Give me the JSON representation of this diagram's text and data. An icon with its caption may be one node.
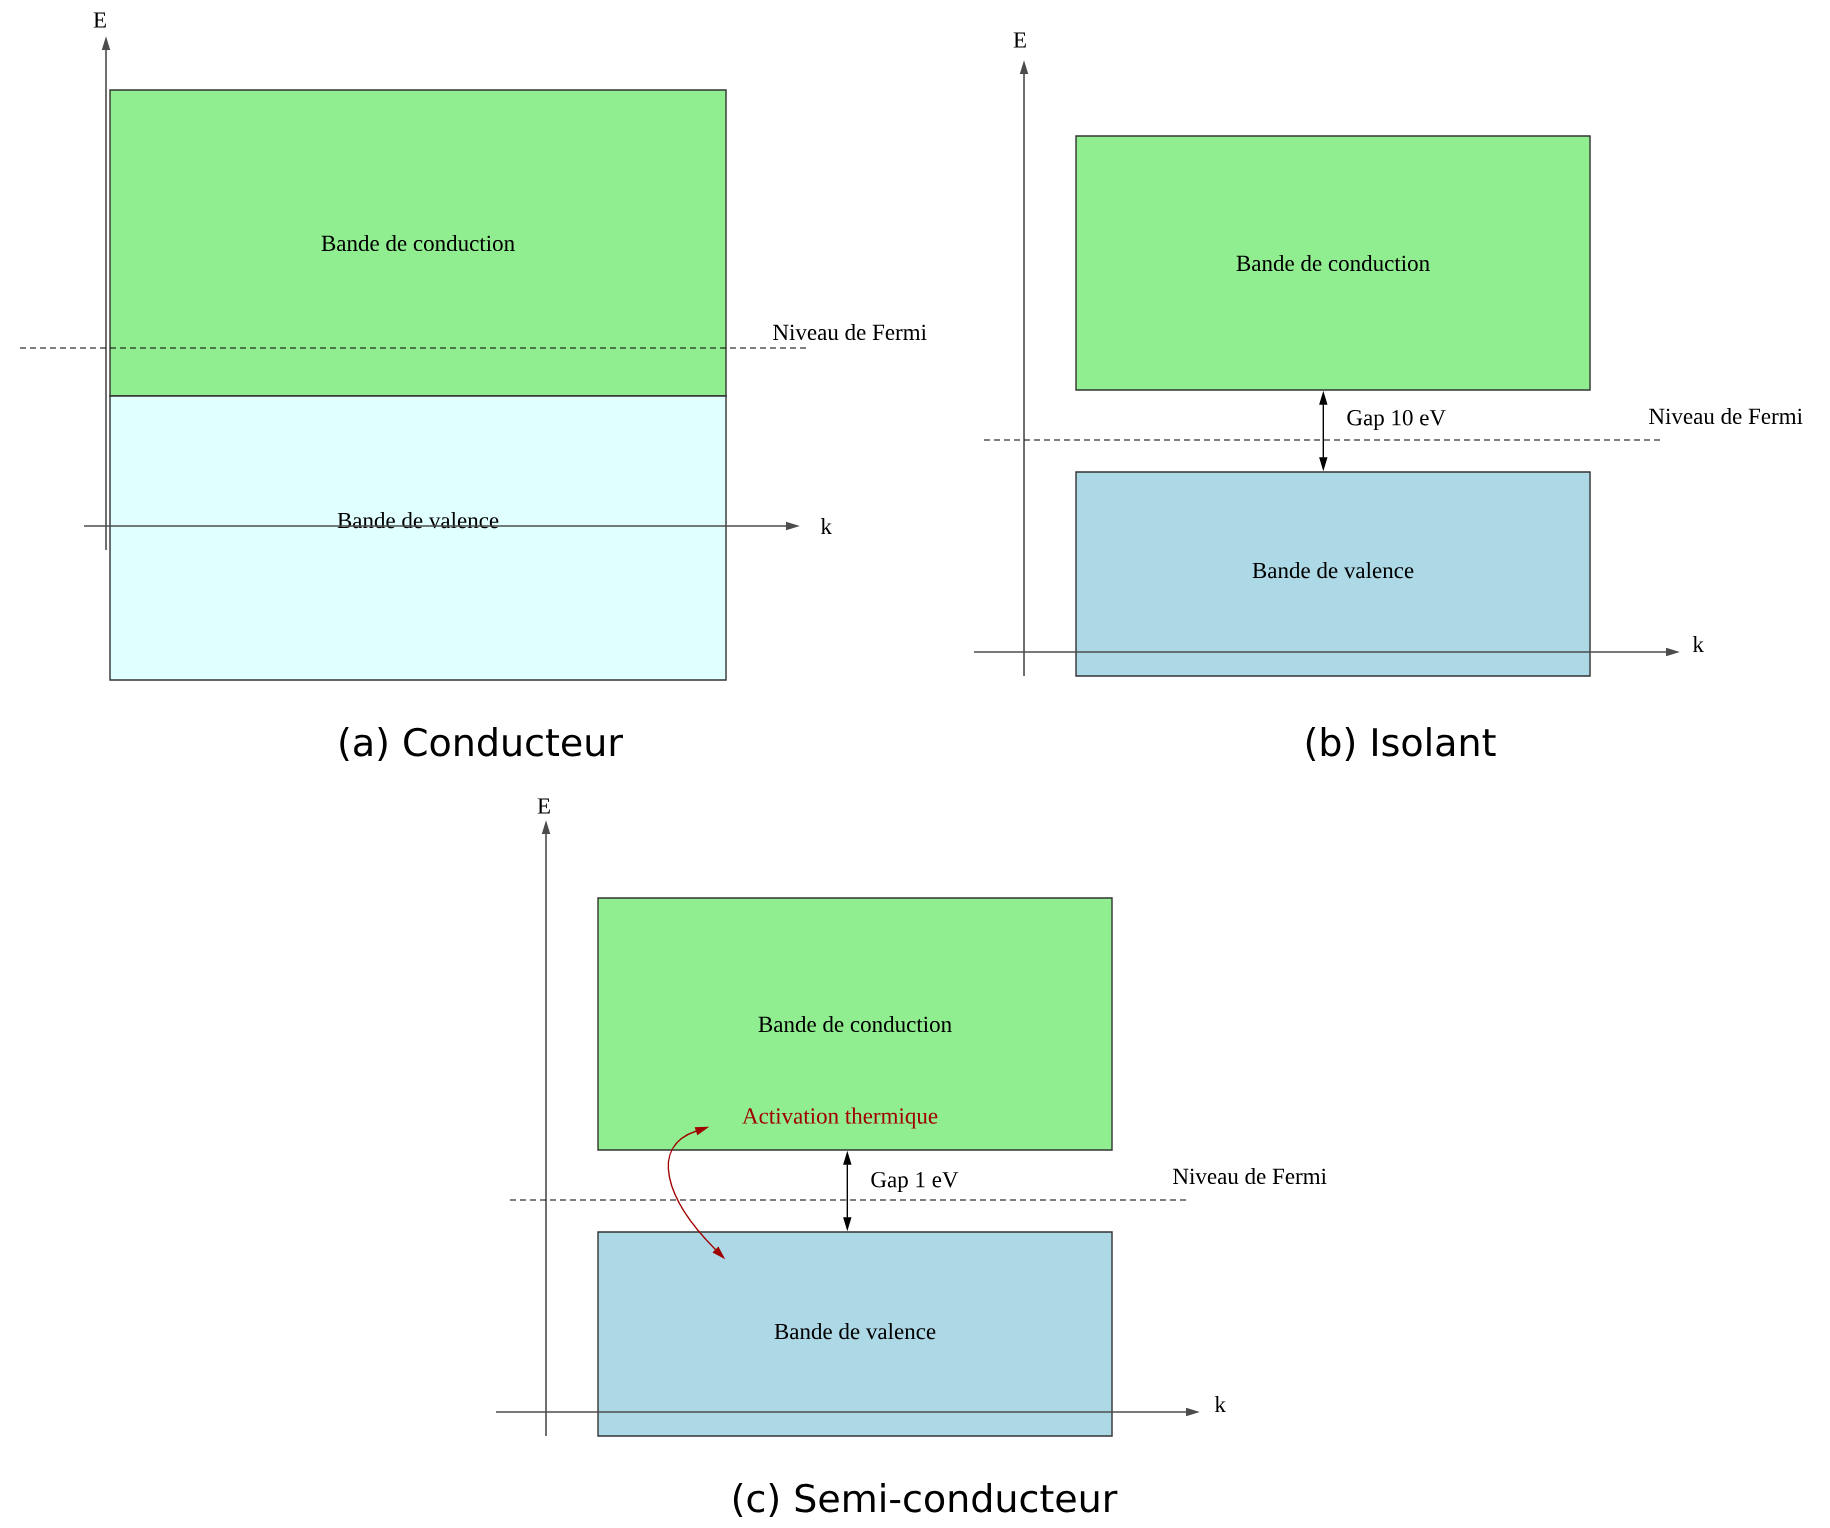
{
  "diagram": {
    "nodes": [
      {
        "text": [
          "Bande de conduction"
        ]
      },
      {
        "text": [
          "Bande de valence"
        ]
      },
      {
        "text": [
          "Bande de conduction"
        ]
      },
      {
        "text": [
          "Bande de valence"
        ]
      },
      {
        "text": [
          "Bande de conduction"
        ]
      },
      {
        "text": [
          "Bande de valence"
        ]
      }
    ],
    "edges": [
      {
        "from": 2,
        "to": 3,
        "arrow": "both",
        "label": "Gap 10 eV"
      },
      {
        "from": 4,
        "to": 5,
        "arrow": "both",
        "label": "Gap 1 eV"
      },
      {
        "from": 4,
        "to": 5,
        "arrow": "both",
        "label": "Activation thermique",
        "color": "#a00000"
      }
    ],
    "labels": [
      "E",
      "Niveau de Fermi",
      "k",
      "(a) Conducteur",
      "E",
      "Niveau de Fermi",
      "k",
      "(b) Isolant",
      "E",
      "Niveau de Fermi",
      "k",
      "(c) Semi-conducteur"
    ]
  }
}
